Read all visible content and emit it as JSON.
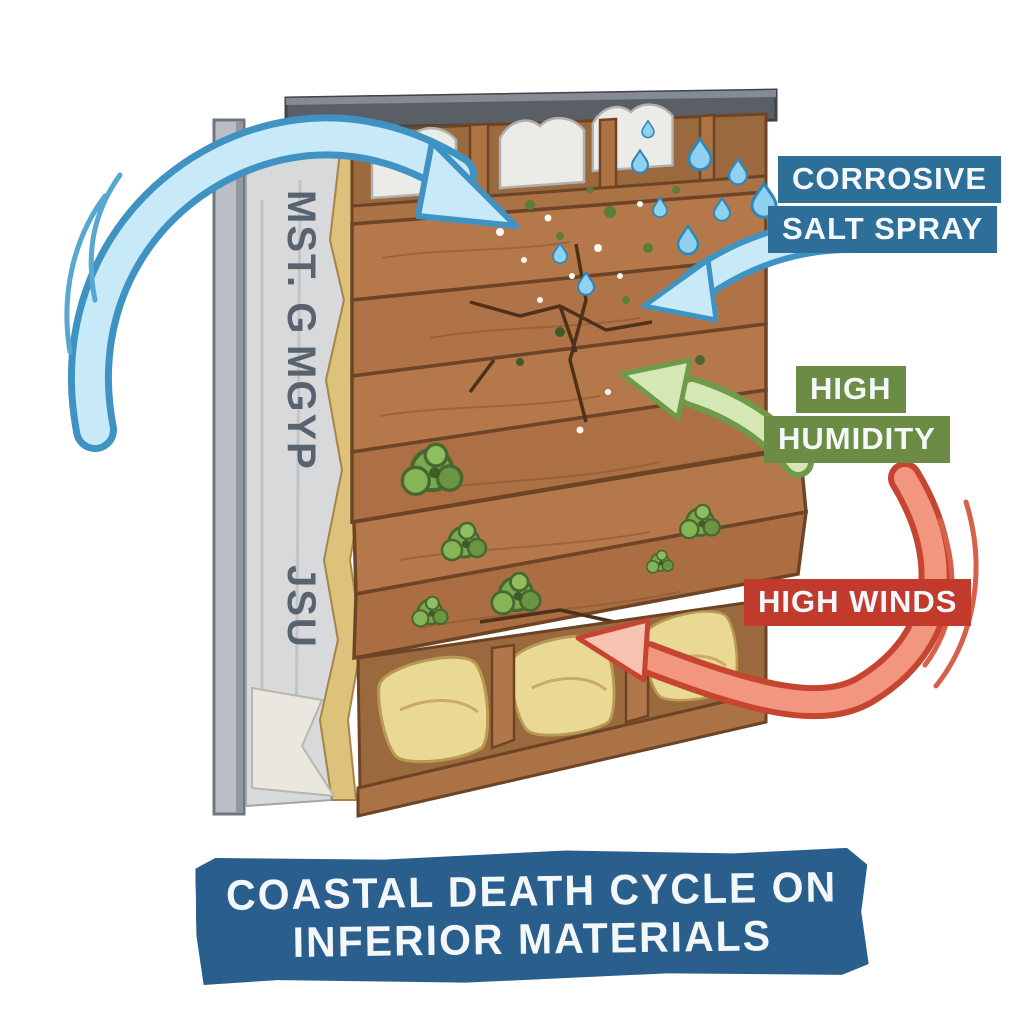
{
  "illustration": {
    "wrap_text_1": "MST. G",
    "wrap_text_2": "MGYP",
    "wrap_text_3": "JSU"
  },
  "labels": {
    "salt_spray": {
      "line1": "CORROSIVE",
      "line2": "SALT SPRAY",
      "color": "#2d6f99"
    },
    "humidity": {
      "line1": "HIGH",
      "line2": "HUMIDITY",
      "color": "#6c8b45"
    },
    "winds": {
      "line1": "HIGH WINDS",
      "color": "#c23a2c"
    }
  },
  "title": {
    "line1": "COASTAL DEATH CYCLE ON",
    "line2": "INFERIOR MATERIALS",
    "banner_color": "#2a5f8d"
  },
  "colors": {
    "arrow_blue": "#3f93c2",
    "arrow_green": "#6f9a49",
    "arrow_red": "#c64530",
    "wood": "#b5784b",
    "mold": "#6f9c3f",
    "insulation": "#ead995"
  }
}
